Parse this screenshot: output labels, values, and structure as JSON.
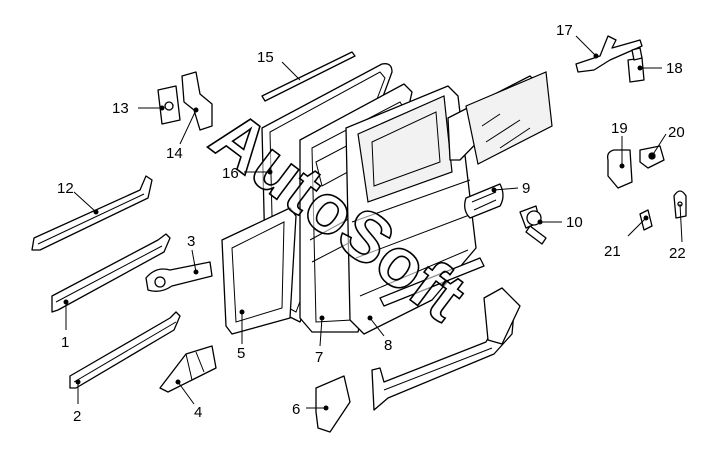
{
  "watermark": {
    "text": "AutoSoft"
  },
  "callouts": [
    {
      "id": "c1",
      "label": "1"
    },
    {
      "id": "c2",
      "label": "2"
    },
    {
      "id": "c3",
      "label": "3"
    },
    {
      "id": "c4",
      "label": "4"
    },
    {
      "id": "c5",
      "label": "5"
    },
    {
      "id": "c6",
      "label": "6"
    },
    {
      "id": "c7",
      "label": "7"
    },
    {
      "id": "c8",
      "label": "8"
    },
    {
      "id": "c9",
      "label": "9"
    },
    {
      "id": "c10",
      "label": "10"
    },
    {
      "id": "c11",
      "label": "12"
    },
    {
      "id": "c12",
      "label": "13"
    },
    {
      "id": "c13",
      "label": "14"
    },
    {
      "id": "c14",
      "label": "15"
    },
    {
      "id": "c15",
      "label": "16"
    },
    {
      "id": "c16",
      "label": "17"
    },
    {
      "id": "c17",
      "label": "18"
    },
    {
      "id": "c18",
      "label": "19"
    },
    {
      "id": "c19",
      "label": "20"
    },
    {
      "id": "c20",
      "label": "21"
    },
    {
      "id": "c21",
      "label": "22"
    }
  ]
}
